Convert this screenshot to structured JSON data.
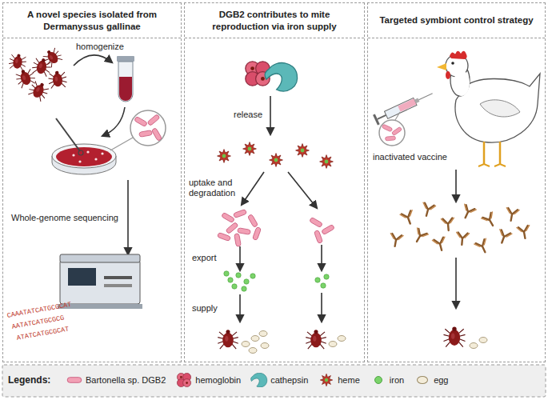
{
  "diagram": {
    "nodes": [
      {
        "text": [
          "A novel species isolated from Dermanyssus gallinae"
        ]
      },
      {
        "text": [
          "DGB2 contributes to mite reproduction via iron supply"
        ]
      },
      {
        "text": [
          "Targeted symbiont control strategy"
        ]
      }
    ],
    "labels": [
      "homogenize",
      "Whole-genome sequencing",
      "release",
      "uptake and degradation",
      "export",
      "supply",
      "inactivated vaccine",
      "Legends:",
      "CAAATATCATGCGCAT",
      "AATATCATGCGCG",
      "ATATCATGCGCAT"
    ],
    "legend": [
      {
        "text": "Bartonella sp. DGB2"
      },
      {
        "text": "hemoglobin"
      },
      {
        "text": "cathepsin"
      },
      {
        "text": "heme"
      },
      {
        "text": "iron"
      },
      {
        "text": "egg"
      }
    ]
  }
}
